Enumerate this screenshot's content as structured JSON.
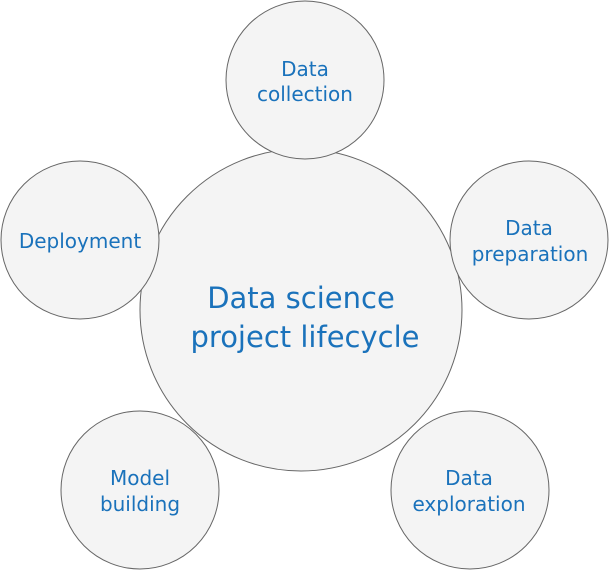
{
  "diagram": {
    "center": {
      "line1": "Data science",
      "line2": "project lifecycle"
    },
    "stages": {
      "collection": {
        "line1": "Data",
        "line2": "collection"
      },
      "preparation": {
        "line1": "Data",
        "line2": "preparation"
      },
      "exploration": {
        "line1": "Data",
        "line2": "exploration"
      },
      "model": {
        "line1": "Model",
        "line2": "building"
      },
      "deployment": {
        "line1": "Deployment"
      }
    },
    "colors": {
      "text": "#1a72bb",
      "fill": "#f4f4f4",
      "stroke": "#666666"
    }
  }
}
